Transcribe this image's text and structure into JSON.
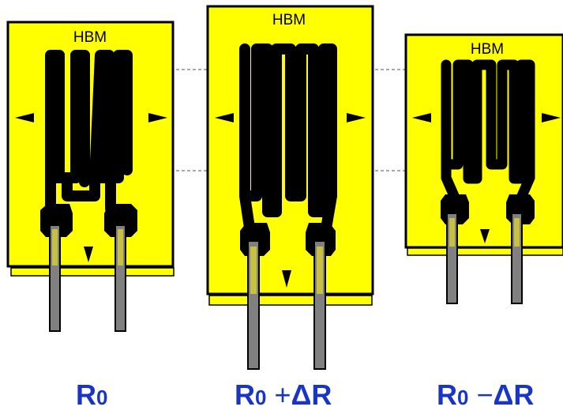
{
  "gauges": [
    {
      "id": "r0",
      "brand": "HBM",
      "caption": {
        "main": "R",
        "sub": "0",
        "op": "",
        "delta": ""
      }
    },
    {
      "id": "r0-plus",
      "brand": "HBM",
      "caption": {
        "main": "R",
        "sub": "0",
        "op": "+",
        "delta": "ΔR"
      }
    },
    {
      "id": "r0-minus",
      "brand": "HBM",
      "caption": {
        "main": "R",
        "sub": "0",
        "op": "−",
        "delta": "ΔR"
      }
    }
  ],
  "colors": {
    "film": "#ffff00",
    "grid": "#000000",
    "lead": "#808080",
    "leadInner": "#c8c040",
    "caption": "#1a35c6",
    "reference": "#555555"
  }
}
